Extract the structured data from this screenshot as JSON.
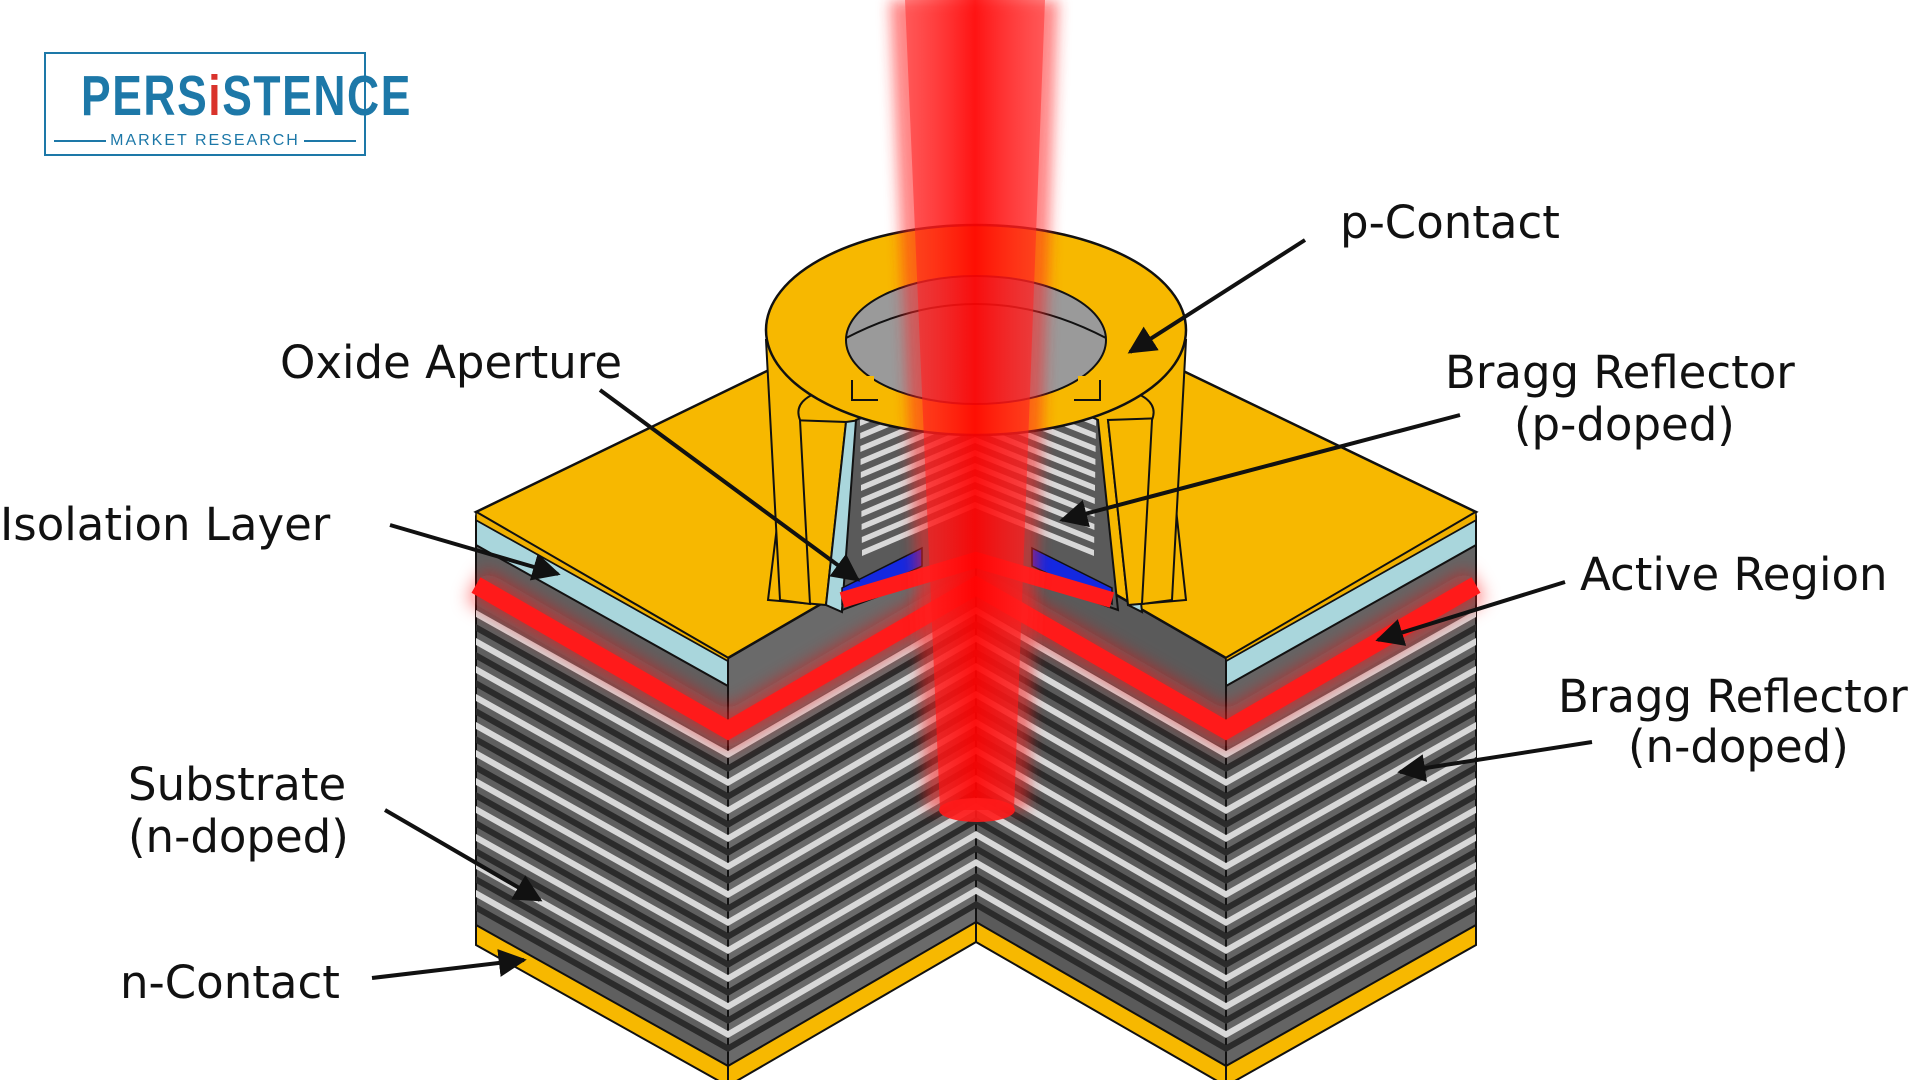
{
  "logo": {
    "word_pre": "PERS",
    "word_accent": "i",
    "word_post": "STENCE",
    "sub": "MARKET RESEARCH",
    "colors": {
      "brand": "#1d78a8",
      "accent": "#d9332c"
    }
  },
  "labels": {
    "p_contact": "p-Contact",
    "oxide_aperture": "Oxide Aperture",
    "bragg_p_line1": "Bragg Reflector",
    "bragg_p_line2": "(p-doped)",
    "isolation_layer": "Isolation Layer",
    "active_region": "Active Region",
    "bragg_n_line1": "Bragg Reflector",
    "bragg_n_line2": "(n-doped)",
    "substrate_line1": "Substrate",
    "substrate_line2": "(n-doped)",
    "n_contact": "n-Contact"
  },
  "colors": {
    "gold": "#f7b800",
    "isolation": "#a9d6dc",
    "laser": "#ff1a1a",
    "substrate": "#5f5f5f",
    "mirror_dark": "#2b2b2b",
    "mirror_light": "#d8d8d8",
    "oxide": "#1428e0"
  }
}
